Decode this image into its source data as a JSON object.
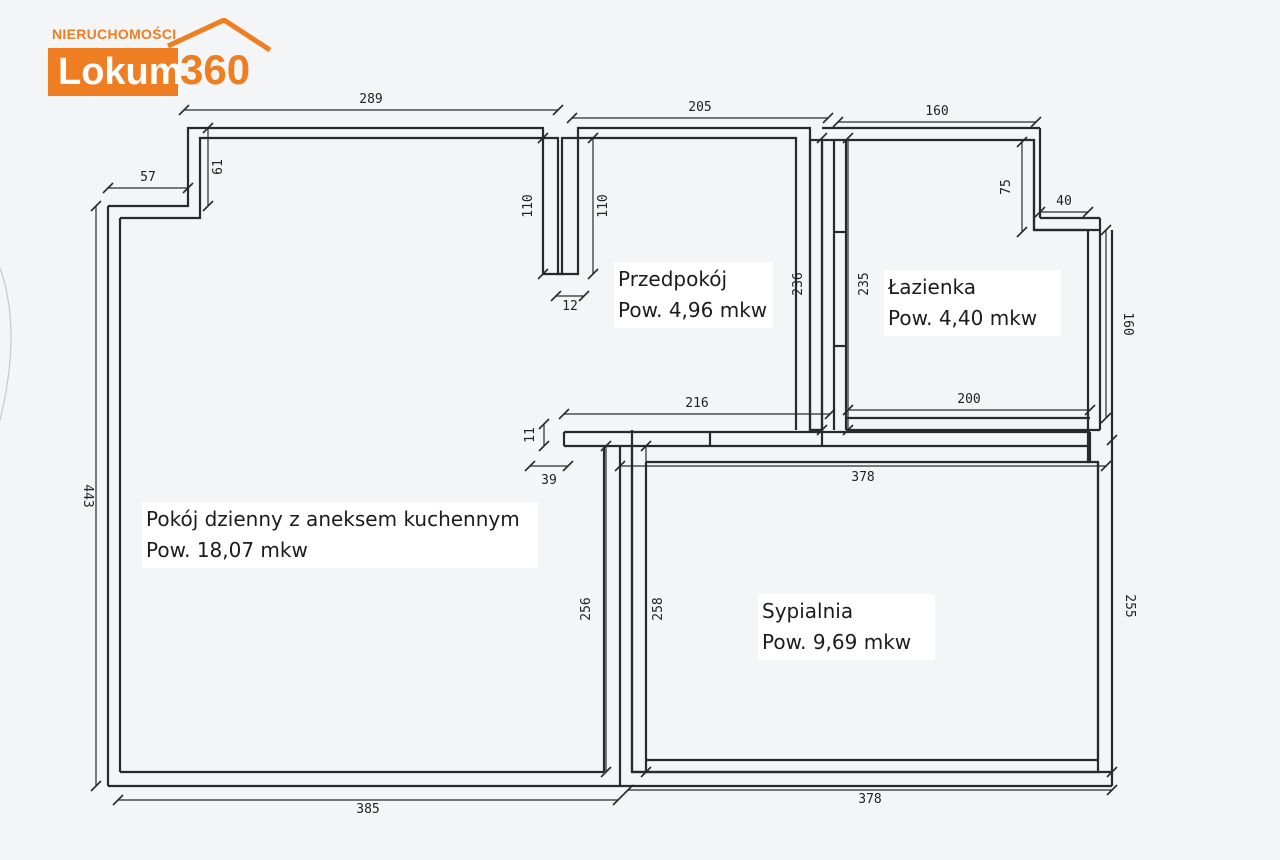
{
  "logo": {
    "top_text": "NIERUCHOMOŚCI",
    "brand": "Lokum",
    "number": "360",
    "color": "#ef7d22"
  },
  "rooms": {
    "hallway": {
      "name": "Przedpokój",
      "area": "Pow. 4,96 mkw"
    },
    "bathroom": {
      "name": "Łazienka",
      "area": "Pow. 4,40 mkw"
    },
    "living": {
      "name": "Pokój dzienny z aneksem kuchennym",
      "area": "Pow. 18,07 mkw"
    },
    "bedroom": {
      "name": "Sypialnia",
      "area": "Pow. 9,69 mkw"
    }
  },
  "dimensions": {
    "top_living": "289",
    "top_hall": "205",
    "top_bath": "160",
    "notch_width": "57",
    "notch_height": "61",
    "partition_left": "110",
    "partition_right": "110",
    "partition_thickness": "12",
    "hall_wall": "236",
    "bath_wall_left": "235",
    "bath_notch_height": "75",
    "bath_notch_width": "40",
    "bath_right": "160",
    "hall_bottom": "216",
    "bath_bottom": "200",
    "wall_thickness": "11",
    "wall_offset": "39",
    "bedroom_top": "378",
    "left_height": "443",
    "living_right": "256",
    "bedroom_left": "258",
    "bedroom_right": "255",
    "bottom_living": "385",
    "bottom_bedroom": "378"
  }
}
